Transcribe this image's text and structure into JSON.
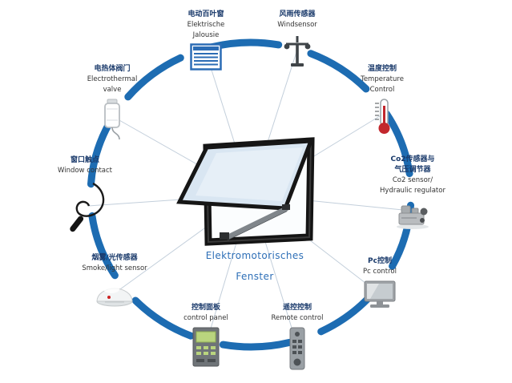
{
  "center": {
    "line1": "Elektromotorisches",
    "line2": "Fenster"
  },
  "nodes": [
    {
      "id": "jalousie",
      "icon": "blinds-icon",
      "zh": [
        "电动百叶窗"
      ],
      "en": [
        "Elektrische",
        "Jalousie"
      ]
    },
    {
      "id": "windsensor",
      "icon": "anemometer-icon",
      "zh": [
        "风雨传感器"
      ],
      "en": [
        "Windsensor"
      ]
    },
    {
      "id": "temperature",
      "icon": "thermometer-icon",
      "zh": [
        "温度控制"
      ],
      "en": [
        "Temperature",
        "Control"
      ]
    },
    {
      "id": "co2",
      "icon": "regulator-icon",
      "zh": [
        "Co2传感器与",
        "气压调节器"
      ],
      "en": [
        "Co2 sensor/",
        "Hydraulic regulator"
      ]
    },
    {
      "id": "pc",
      "icon": "monitor-icon",
      "zh": [
        "Pc控制"
      ],
      "en": [
        "Pc control"
      ]
    },
    {
      "id": "remote",
      "icon": "remote-icon",
      "zh": [
        "遥控控制"
      ],
      "en": [
        "Remote control"
      ]
    },
    {
      "id": "panel",
      "icon": "control-panel-icon",
      "zh": [
        "控制面板"
      ],
      "en": [
        "control panel"
      ]
    },
    {
      "id": "smoke",
      "icon": "smoke-detector-icon",
      "zh": [
        "烟雾/光传感器"
      ],
      "en": [
        "Smoke/light sensor"
      ]
    },
    {
      "id": "contact",
      "icon": "window-contact-icon",
      "zh": [
        "窗口触点"
      ],
      "en": [
        "Window contact"
      ]
    },
    {
      "id": "valve",
      "icon": "valve-icon",
      "zh": [
        "电热体阀门"
      ],
      "en": [
        "Electrothermal",
        "valve"
      ]
    }
  ],
  "colors": {
    "arc_blue": "#1d6cb2",
    "label_zh": "#1a3a6b",
    "label_en": "#333333",
    "center_title": "#2e6fb7",
    "thermometer_red": "#c2272d",
    "panel_green": "#b9d47e"
  }
}
